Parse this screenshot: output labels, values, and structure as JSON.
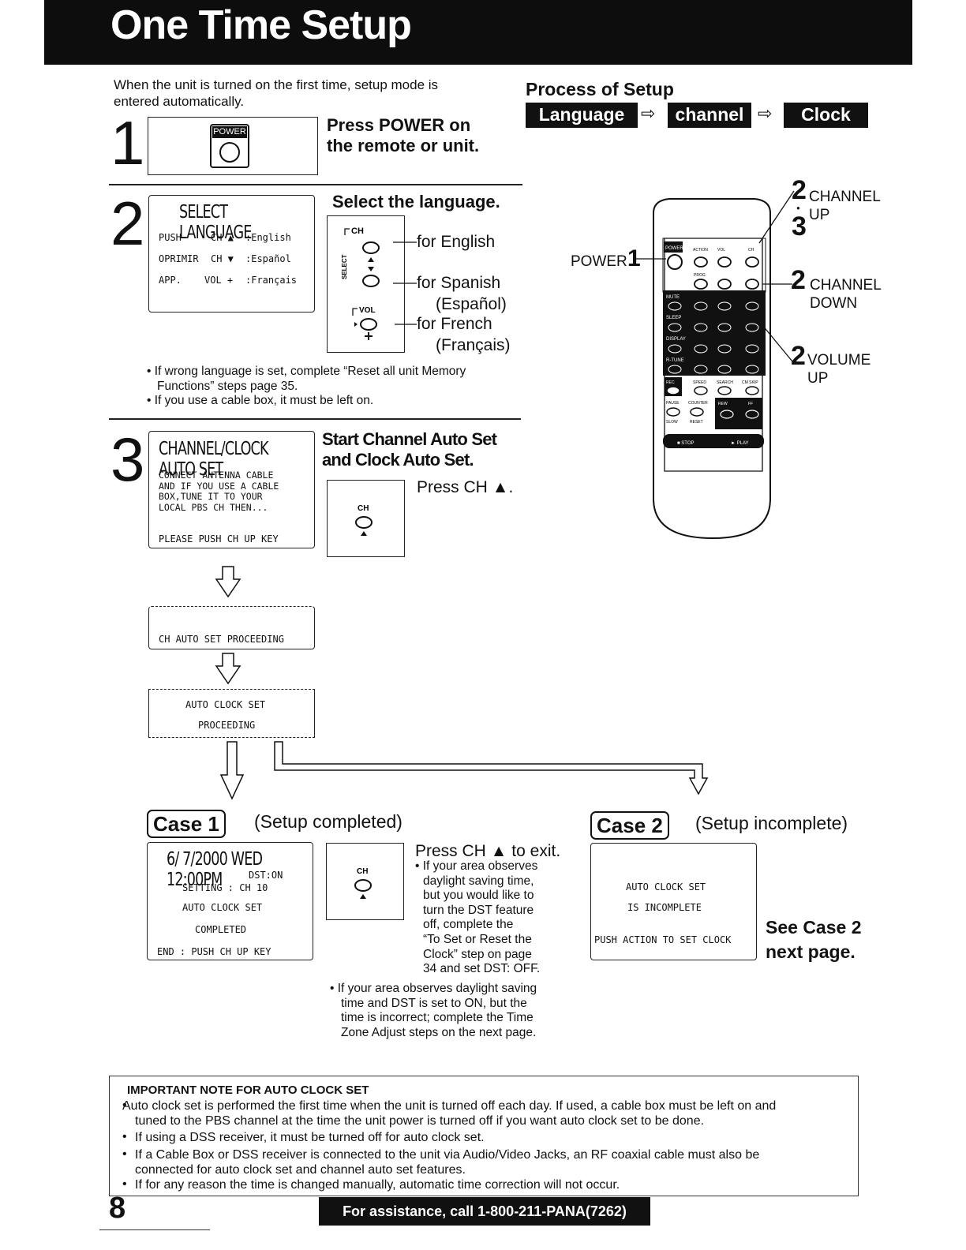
{
  "header": {
    "title": "One Time Setup"
  },
  "intro": "When the unit is turned on the first time, setup mode is entered automatically.",
  "process": {
    "title": "Process of Setup",
    "steps": [
      "Language",
      "channel",
      "Clock"
    ],
    "arrow": "⇨"
  },
  "step1": {
    "num": "1",
    "button_label": "POWER",
    "heading_line1": "Press POWER on",
    "heading_line2": "the remote or unit."
  },
  "step2": {
    "num": "2",
    "lcd_title": "SELECT LANGUAGE",
    "lcd_rows": [
      {
        "c1": "PUSH",
        "c2": "CH ▲",
        "c3": ":English"
      },
      {
        "c1": "OPRIMIR",
        "c2": "CH ▼",
        "c3": ":Español"
      },
      {
        "c1": "APP.",
        "c2": "VOL +",
        "c3": ":Français"
      }
    ],
    "heading": "Select the language.",
    "ch_label": "CH",
    "select_label": "SELECT",
    "vol_label": "VOL",
    "for_english": "for English",
    "for_spanish": "for Spanish",
    "espanol": "(Español)",
    "for_french": "for French",
    "francais": "(Français)",
    "bullet1_line1": "• If wrong language is set, complete “Reset all unit Memory",
    "bullet1_line2": "Functions” steps page 35.",
    "bullet2": "• If you use a cable box, it must be left on."
  },
  "step3": {
    "num": "3",
    "lcd_title": "CHANNEL/CLOCK AUTO SET",
    "lcd_lines": [
      "CONNECT ANTENNA CABLE",
      "AND IF YOU USE A CABLE",
      "BOX,TUNE IT TO YOUR",
      "LOCAL PBS CH  THEN..."
    ],
    "lcd_push": "PLEASE PUSH CH UP KEY",
    "heading_line1": "Start Channel Auto Set",
    "heading_line2": "and Clock Auto Set.",
    "press": "Press CH ▲.",
    "ch_label": "CH"
  },
  "proceeding1": "CH AUTO SET PROCEEDING",
  "proceeding2_line1": "AUTO CLOCK SET",
  "proceeding2_line2": "PROCEEDING",
  "case1": {
    "label": "Case 1",
    "status": "(Setup completed)",
    "lcd_date": "6/ 7/2000 WED 12:00PM",
    "lcd_dst": "DST:ON",
    "lcd_setting": "SETTING : CH 10",
    "lcd_auto": "AUTO CLOCK SET",
    "lcd_completed": "COMPLETED",
    "lcd_end": "END : PUSH CH UP KEY",
    "ch_label": "CH",
    "press": "Press CH ▲ to exit.",
    "bullet1": [
      "• If your area observes",
      "daylight saving time,",
      "but you would like to",
      "turn the DST feature",
      "off, complete the",
      "“To Set or Reset the",
      "Clock” step on page",
      "34 and set DST: OFF."
    ],
    "bullet2": [
      "• If your area observes daylight saving",
      "time and DST is set to ON, but the",
      "time is incorrect; complete the Time",
      "Zone Adjust steps on the next page."
    ]
  },
  "case2": {
    "label": "Case 2",
    "status": "(Setup incomplete)",
    "lcd_line1": "AUTO CLOCK SET",
    "lcd_line2": "IS INCOMPLETE",
    "lcd_line3": "PUSH ACTION TO SET CLOCK",
    "see_line1": "See Case 2",
    "see_line2": "next page."
  },
  "remote": {
    "power_callout": "POWER",
    "power_num": "1",
    "ch_up_num": "2",
    "ch_up_num2": "3",
    "ch_up_line1": "CHANNEL",
    "ch_up_line2": "UP",
    "ch_down_num": "2",
    "ch_down_line1": "CHANNEL",
    "ch_down_line2": "DOWN",
    "vol_num": "2",
    "vol_line1": "VOLUME",
    "vol_line2": "UP",
    "btn_power": "POWER",
    "btn_action": "ACTION",
    "btn_vol": "VOL",
    "btn_ch": "CH",
    "btn_prog": "PROG",
    "btn_mute": "MUTE",
    "btn_sleep": "SLEEP",
    "btn_display": "DISPLAY",
    "btn_rtune": "R-TUNE",
    "btn_rec": "REC",
    "btn_speed": "SPEED",
    "btn_search": "SEARCH",
    "btn_cmskip": "CM SKIP",
    "btn_pause": "PAUSE",
    "btn_counter": "COUNTER",
    "btn_rew": "REW",
    "btn_ff": "FF",
    "btn_slow": "SLOW",
    "btn_reset": "RESET",
    "btn_stop": "■ STOP",
    "btn_play": "► PLAY"
  },
  "important": {
    "title": "IMPORTANT NOTE FOR AUTO CLOCK SET",
    "items": [
      [
        "Auto clock set is performed the first time when the unit is turned off each day. If used, a cable box must be left on and",
        "tuned to the PBS channel at the time the unit power is turned off if you want auto clock set to be done."
      ],
      [
        "If using a DSS receiver, it must be turned off for auto clock set."
      ],
      [
        "If a Cable Box or DSS receiver is connected to the unit via Audio/Video Jacks, an RF coaxial cable must also be",
        "connected for auto clock set and channel auto set features."
      ],
      [
        "If for any reason the time is changed manually, automatic time correction will not occur."
      ]
    ]
  },
  "footer": {
    "page_number": "8",
    "assistance": "For assistance, call 1-800-211-PANA(7262)"
  }
}
